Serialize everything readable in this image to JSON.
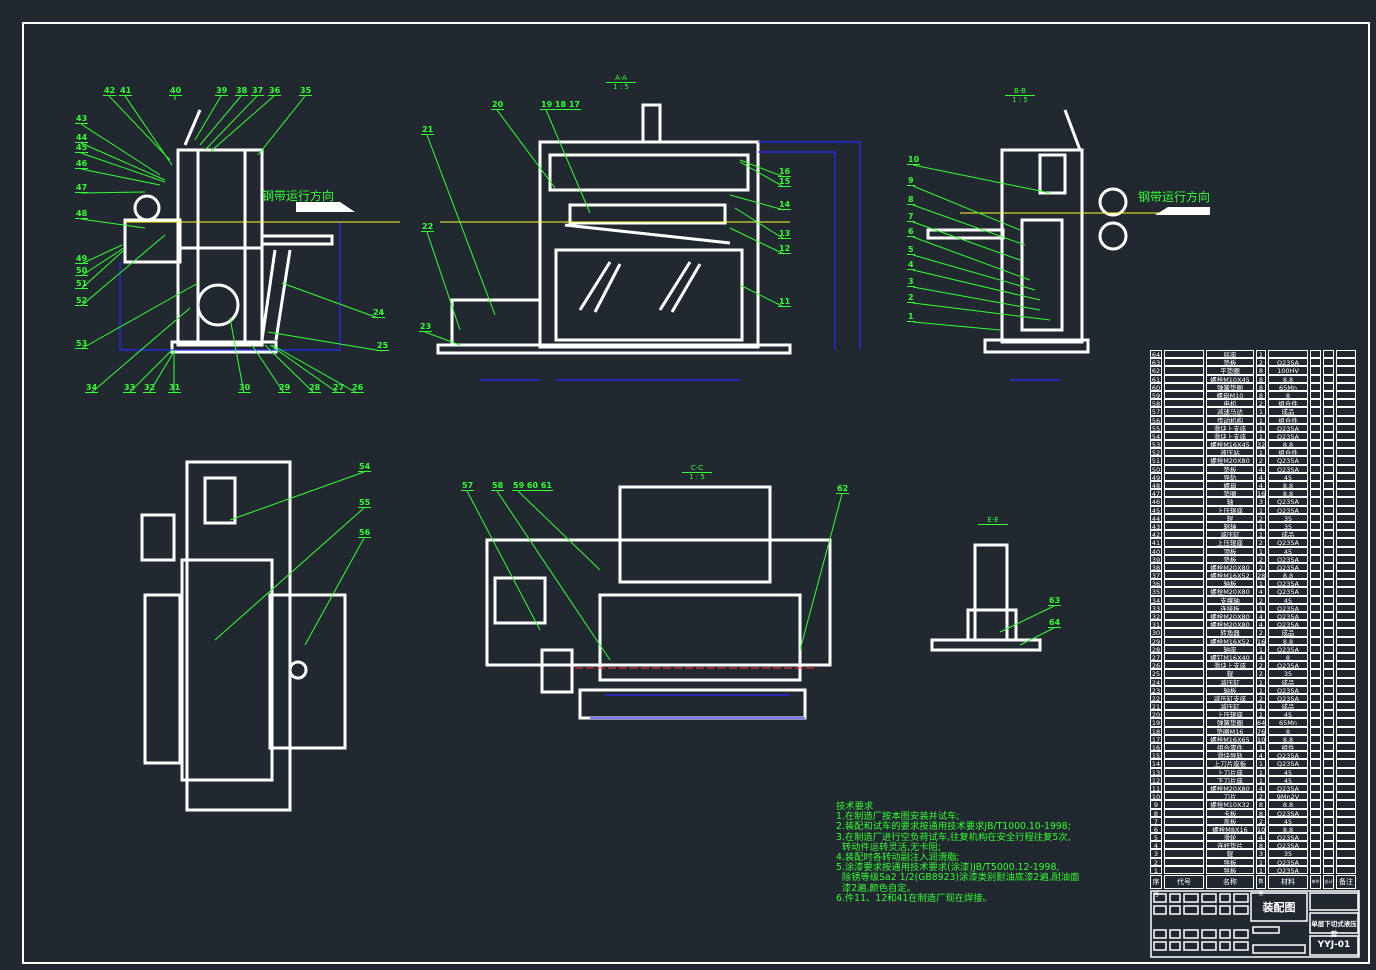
{
  "direction_label": "钢带运行方向",
  "sections": {
    "a": {
      "name": "A-A",
      "scale": "1 : 5"
    },
    "b": {
      "name": "B-B",
      "scale": "1 : 5"
    },
    "c": {
      "name": "C-C",
      "scale": "1 : 5"
    },
    "e": {
      "name": "E-E",
      "scale": ""
    }
  },
  "balloons": {
    "side": [
      "42",
      "41",
      "40",
      "39",
      "38",
      "37",
      "36",
      "35",
      "43",
      "44",
      "45",
      "46",
      "47",
      "48",
      "49",
      "50",
      "51",
      "52",
      "53",
      "34",
      "33",
      "32",
      "31",
      "30",
      "29",
      "28",
      "27",
      "26",
      "24",
      "25"
    ],
    "front": [
      "20",
      "19 18 17",
      "21",
      "22",
      "23",
      "16",
      "15",
      "14",
      "13",
      "12",
      "11"
    ],
    "right": [
      "10",
      "9",
      "8",
      "7",
      "6",
      "5",
      "4",
      "3",
      "2",
      "1"
    ],
    "top": [
      "54",
      "55",
      "56"
    ],
    "c_view": [
      "57",
      "58",
      "59 60 61",
      "62"
    ],
    "e_view": [
      "63",
      "64"
    ]
  },
  "tech_requirements": {
    "title": "技术要求",
    "lines": [
      "1.在制造厂按本图安装并试车;",
      "2.装配和试车的要求按通用技术要求JB/T1000.10-1998;",
      "3.在制造厂进行空负荷试车,往复机构在安全行程往复5次,",
      "  转动件运转灵活,无卡阻;",
      "4.装配时各转动副注入润滑脂;",
      "5.涂漆要求按通用技术要求(涂漆)JB/T5000.12-1998,",
      "  除锈等级Sa2 1/2(GB8923)涂漆类别耐油底漆2遍,耐油面",
      "  漆2遍,颜色自定。",
      "6.件11、12和41在制造厂现在焊接。"
    ]
  },
  "bom": {
    "headers": [
      "序号",
      "代号",
      "名称",
      "数量",
      "材料",
      "单件",
      "总计",
      "备注"
    ],
    "rows": [
      [
        "64",
        "",
        "底座",
        "1",
        ""
      ],
      [
        "63",
        "",
        "垫板",
        "2",
        "Q235A"
      ],
      [
        "62",
        "",
        "平垫圈",
        "8",
        "100HV"
      ],
      [
        "61",
        "",
        "螺栓M10X45",
        "8",
        "8.8"
      ],
      [
        "60",
        "",
        "弹簧垫圈",
        "8",
        "65Mn"
      ],
      [
        "59",
        "",
        "螺母M10",
        "8",
        "8"
      ],
      [
        "58",
        "",
        "电机",
        "2",
        "组合件"
      ],
      [
        "57",
        "",
        "减速马达",
        "1",
        "成品"
      ],
      [
        "56",
        "",
        "传动机构",
        "1",
        "组合件"
      ],
      [
        "55",
        "",
        "滑块上支座",
        "1",
        "Q235A"
      ],
      [
        "54",
        "",
        "滑块上支座",
        "1",
        "Q235A"
      ],
      [
        "53",
        "",
        "螺栓M16X45",
        "32",
        "8.8"
      ],
      [
        "52",
        "",
        "液压站",
        "1",
        "组合件"
      ],
      [
        "51",
        "",
        "螺栓M20X80",
        "2",
        "Q235A"
      ],
      [
        "50",
        "",
        "垫板",
        "4",
        "Q235A"
      ],
      [
        "49",
        "",
        "导轨",
        "4",
        "45"
      ],
      [
        "48",
        "",
        "螺母",
        "4",
        "8.8"
      ],
      [
        "47",
        "",
        "垫圈",
        "16",
        "8.8"
      ],
      [
        "46",
        "",
        "轴",
        "3",
        "Q235A"
      ],
      [
        "45",
        "",
        "上压辊座",
        "1",
        "Q235A"
      ],
      [
        "44",
        "",
        "辊",
        "2",
        "35"
      ],
      [
        "43",
        "",
        "辊轴",
        "1",
        "35"
      ],
      [
        "42",
        "",
        "减压缸",
        "1",
        "成品"
      ],
      [
        "41",
        "",
        "上压辊座",
        "2",
        "Q235A"
      ],
      [
        "40",
        "",
        "顶板",
        "1",
        "45"
      ],
      [
        "39",
        "",
        "垫板",
        "2",
        "Q235A"
      ],
      [
        "38",
        "",
        "螺栓M20X80",
        "2",
        "Q235A"
      ],
      [
        "37",
        "",
        "螺栓M16X52",
        "28",
        "8.8"
      ],
      [
        "36",
        "",
        "轴板",
        "1",
        "Q235A"
      ],
      [
        "35",
        "",
        "螺栓M20X80",
        "4",
        "Q235A"
      ],
      [
        "34",
        "",
        "支撑轴",
        "2",
        "45"
      ],
      [
        "33",
        "",
        "连接板",
        "1",
        "Q235A"
      ],
      [
        "32",
        "",
        "螺栓M20X80",
        "4",
        "Q235A"
      ],
      [
        "31",
        "",
        "螺栓M20X80",
        "4",
        "Q235A"
      ],
      [
        "30",
        "",
        "转角器",
        "2",
        "成品"
      ],
      [
        "29",
        "",
        "螺栓M16X52",
        "16",
        "8.8"
      ],
      [
        "28",
        "",
        "轴座",
        "1",
        "Q235A"
      ],
      [
        "27",
        "",
        "螺钉M16X40",
        "4",
        "8"
      ],
      [
        "26",
        "",
        "滑块上支座",
        "2",
        "Q235A"
      ],
      [
        "25",
        "",
        "辊",
        "2",
        "35"
      ],
      [
        "24",
        "",
        "减压缸",
        "1",
        "成品"
      ],
      [
        "23",
        "",
        "轴板",
        "1",
        "Q235A"
      ],
      [
        "22",
        "",
        "减压缸支座",
        "2",
        "Q235A"
      ],
      [
        "21",
        "",
        "减压缸",
        "1",
        "成品"
      ],
      [
        "20",
        "",
        "上压辊座",
        "1",
        "45"
      ],
      [
        "19",
        "",
        "弹簧垫圈",
        "64",
        "65Mn"
      ],
      [
        "18",
        "",
        "垫圈M16",
        "76",
        "8"
      ],
      [
        "17",
        "",
        "螺栓M16X65",
        "10",
        "8.8"
      ],
      [
        "16",
        "",
        "组合零件",
        "1",
        "组件"
      ],
      [
        "15",
        "",
        "滑块导轨",
        "4",
        "Q235A"
      ],
      [
        "14",
        "",
        "上刀片座板",
        "1",
        "Q235A"
      ],
      [
        "13",
        "",
        "上刀片座",
        "1",
        "45"
      ],
      [
        "12",
        "",
        "下刀片座",
        "1",
        "45"
      ],
      [
        "11",
        "",
        "螺栓M20X80",
        "4",
        "Q235A"
      ],
      [
        "10",
        "",
        "刀片",
        "2",
        "9Mn2V"
      ],
      [
        "9",
        "",
        "螺栓M10X32",
        "8",
        "8.8"
      ],
      [
        "8",
        "",
        "卡板",
        "8",
        "Q235A"
      ],
      [
        "7",
        "",
        "盖板",
        "2",
        "45"
      ],
      [
        "6",
        "",
        "螺栓M8X16",
        "10",
        "8.8"
      ],
      [
        "5",
        "",
        "滑轮",
        "4",
        "Q235A"
      ],
      [
        "4",
        "",
        "连杆垫片",
        "8",
        "Q235A"
      ],
      [
        "3",
        "",
        "辊",
        "3",
        "35"
      ],
      [
        "2",
        "",
        "导板",
        "1",
        "Q235A"
      ],
      [
        "1",
        "",
        "导板",
        "1",
        "Q235A"
      ]
    ]
  },
  "title_block": {
    "drawing_type": "装配图",
    "machine_name": "单层下切式液压剪",
    "drawing_no": "YYJ-01"
  },
  "colors": {
    "background": "#212830",
    "line": "#ffffff",
    "leader": "#33ff33",
    "dimension": "#2a2aff",
    "center": "#ffff33"
  }
}
